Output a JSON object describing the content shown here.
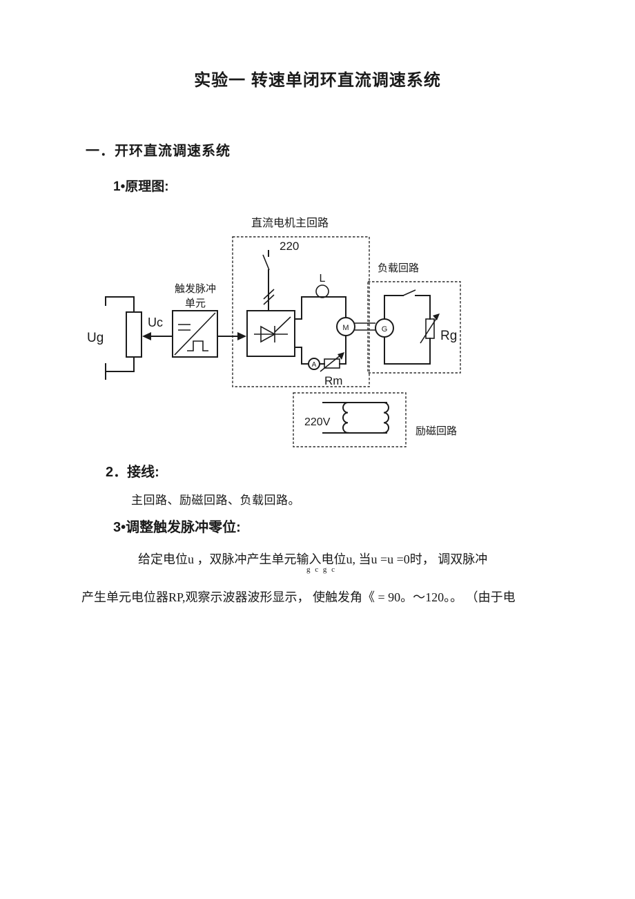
{
  "doc": {
    "title": "实验一 转速单闭环直流调速系统",
    "sections": {
      "s1_heading": "一．开环直流调速系统",
      "item1_heading": "1•原理图:",
      "item2_heading": "2．接线:",
      "item2_body": "主回路、励磁回路、负载回路。",
      "item3_heading": "3•调整触发脉冲零位:",
      "item3_line1": "给定电位u ，双脉冲产生单元输入电位u, 当u =u =0时， 调双脉冲",
      "item3_subscripts": "g c g c",
      "item3_line2": "产生单元电位器RP,观察示波器波形显示， 使触发角《 = 90。〜120。。 （由于电"
    }
  },
  "diagram": {
    "labels": {
      "main_loop": "直流电机主回路",
      "supply": "220",
      "load_loop": "负载回路",
      "trigger_line1": "触发脉冲",
      "trigger_line2": "单元",
      "uc": "Uc",
      "ug": "Ug",
      "inductor": "L",
      "motor": "M",
      "generator": "G",
      "ammeter": "A",
      "rm": "Rm",
      "rg": "Rg",
      "excitation_voltage": "220V",
      "excitation_loop": "励磁回路"
    },
    "colors": {
      "ink": "#1b1b1b",
      "paper": "#ffffff"
    }
  }
}
